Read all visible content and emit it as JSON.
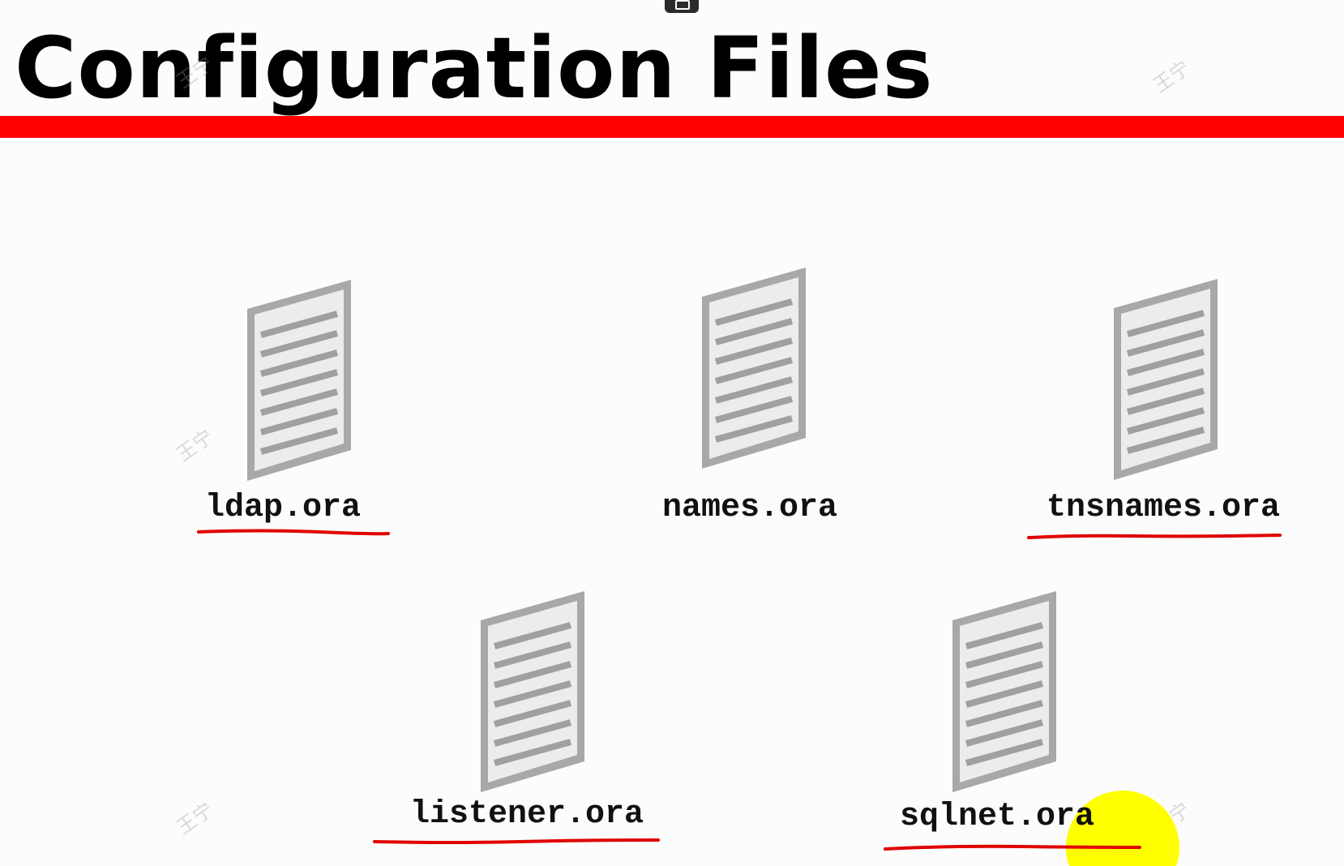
{
  "slide": {
    "title": "Configuration Files",
    "title_bar_color": "#ff0000",
    "background_color": "#fcfcfc"
  },
  "files": [
    {
      "name": "ldap.ora",
      "icon": "text-document-icon",
      "underlined": true
    },
    {
      "name": "names.ora",
      "icon": "text-document-icon",
      "underlined": false
    },
    {
      "name": "tnsnames.ora",
      "icon": "text-document-icon",
      "underlined": true
    },
    {
      "name": "listener.ora",
      "icon": "text-document-icon",
      "underlined": true
    },
    {
      "name": "sqlnet.ora",
      "icon": "text-document-icon",
      "underlined": true
    }
  ],
  "annotations": {
    "underline_color": "#e00000",
    "pointer_highlight_color": "#ffff00"
  },
  "watermark": {
    "text": "王宁",
    "color": "#969696"
  }
}
